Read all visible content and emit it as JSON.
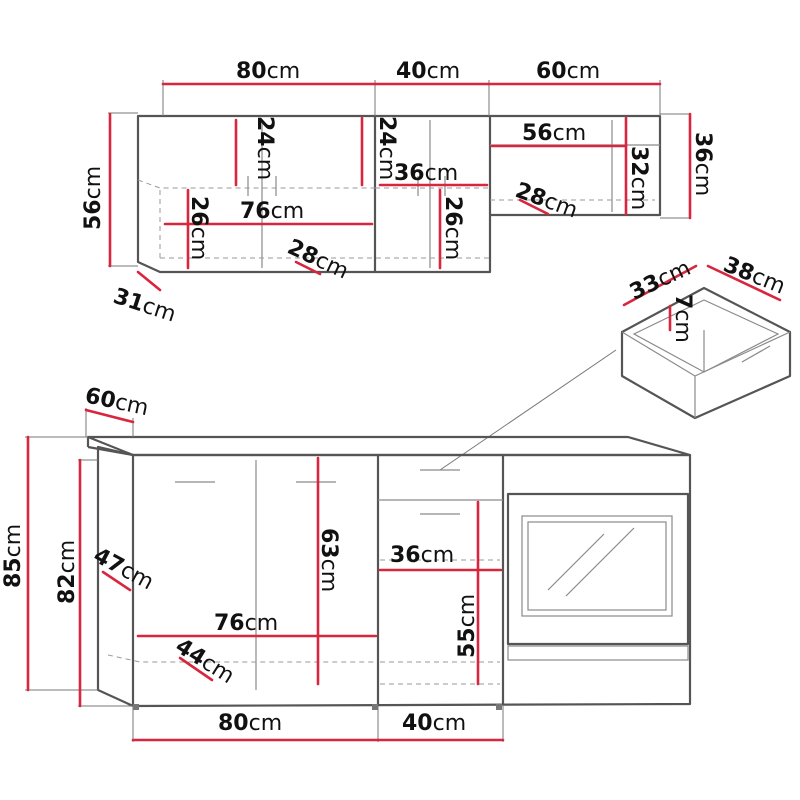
{
  "colors": {
    "dimension_line": "#d7263d",
    "outline": "#555555",
    "text": "#111111"
  },
  "unit": "cm",
  "upper_cabinets": {
    "width_left": "80",
    "width_middle": "40",
    "width_right": "60",
    "height_left": "56",
    "height_right": "36",
    "depth": "31",
    "shelf_gap_left": "24",
    "shelf_gap_middle": "24",
    "lower_gap_left": "26",
    "lower_gap_middle": "26",
    "inner_width_left": "76",
    "inner_width_middle": "36",
    "inner_width_right": "56",
    "inner_depth_left": "28",
    "inner_depth_right": "28",
    "inner_height_right": "32"
  },
  "drawer": {
    "width": "38",
    "depth": "33",
    "height": "7"
  },
  "base_cabinets": {
    "countertop_depth": "60",
    "total_height": "85",
    "body_height": "82",
    "side_depth": "47",
    "inner_height_left": "63",
    "inner_width_left": "76",
    "inner_depth_left": "44",
    "inner_width_right": "36",
    "inner_height_right": "55",
    "width_left": "80",
    "width_right": "40"
  }
}
